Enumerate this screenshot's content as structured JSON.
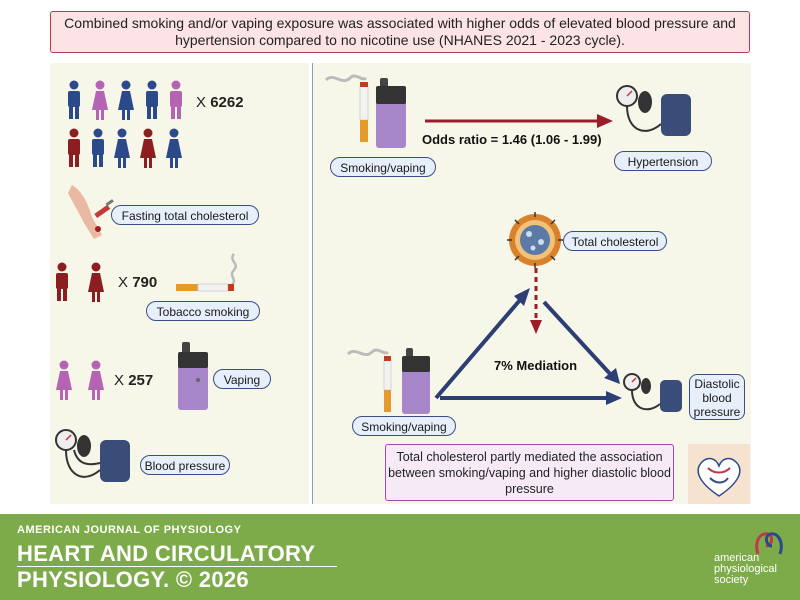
{
  "header": {
    "text": "Combined smoking and/or vaping exposure was associated with higher odds of elevated blood pressure and hypertension compared to no nicotine use (NHANES 2021 - 2023 cycle)."
  },
  "left": {
    "participants": {
      "x": "X",
      "count": "6262"
    },
    "cholesterol_label": "Fasting total cholesterol",
    "smoking": {
      "x": "X",
      "count": "790",
      "label": "Tobacco smoking"
    },
    "vaping": {
      "x": "X",
      "count": "257",
      "label": "Vaping"
    },
    "bp_label": "Blood pressure"
  },
  "right": {
    "top": {
      "exposure_label": "Smoking/vaping",
      "odds_ratio": "Odds ratio = 1.46 (1.06 - 1.99)",
      "outcome_label": "Hypertension"
    },
    "mediation": {
      "mediator_label": "Total cholesterol",
      "exposure_label": "Smoking/vaping",
      "mediation_text": "7% Mediation",
      "outcome_line1": "Diastolic",
      "outcome_line2": "blood",
      "outcome_line3": "pressure"
    },
    "conclusion": "Total cholesterol partly mediated the association between smoking/vaping and higher diastolic blood pressure"
  },
  "footer": {
    "journal": "AMERICAN JOURNAL OF PHYSIOLOGY",
    "title_line1": "HEART AND CIRCULATORY",
    "title_line2": "PHYSIOLOGY.",
    "copyright": "© 2026",
    "society_line1": "american",
    "society_line2": "physiological",
    "society_line3": "society"
  },
  "colors": {
    "blue_person": "#2c4a8a",
    "pink_person": "#b563b3",
    "red_person": "#8c1e22",
    "navy_arrow": "#2c3e73",
    "red_arrow": "#9b1d2a",
    "footer_green": "#7dab4a"
  }
}
